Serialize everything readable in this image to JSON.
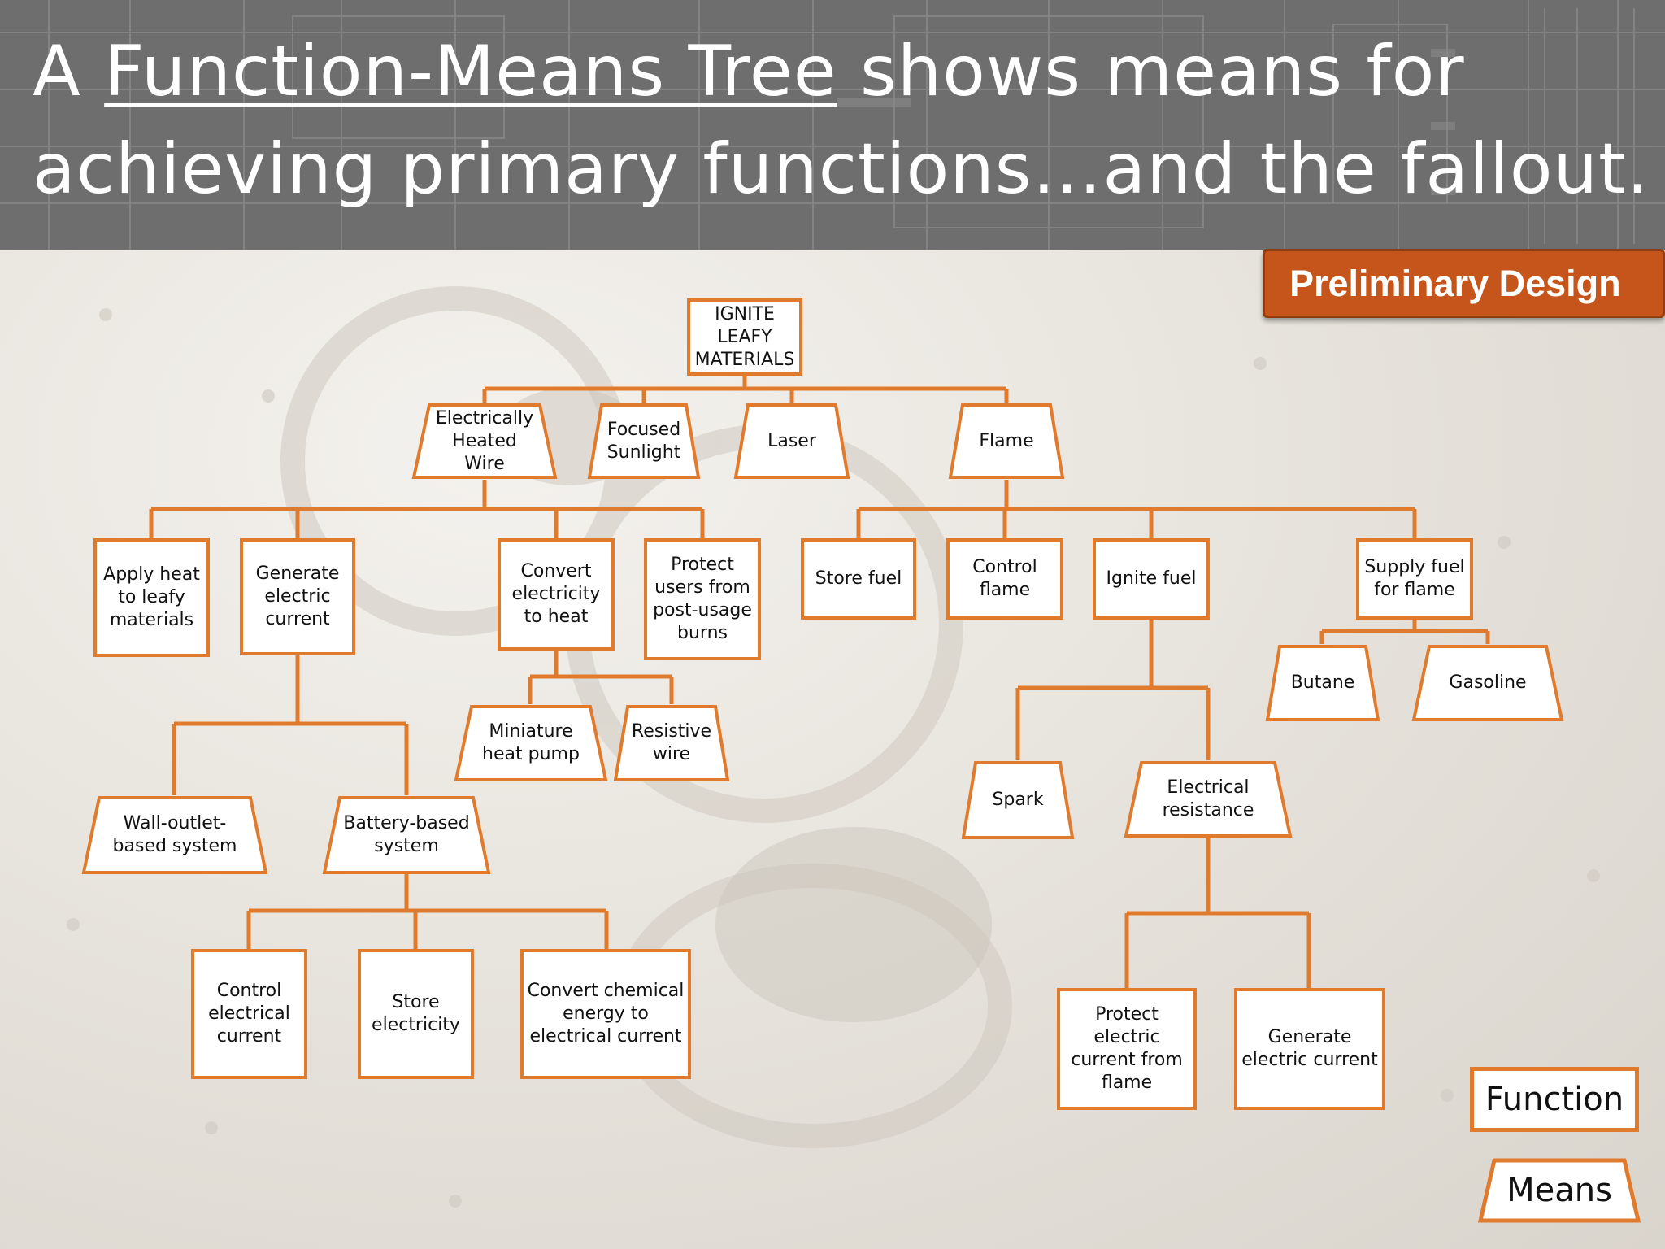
{
  "header": {
    "title_line1_prefix": "A ",
    "title_line1_link": "Function-Means Tree",
    "title_line1_suffix": " shows means for",
    "title_line2": "achieving primary functions…and the fallout."
  },
  "badge": {
    "label": "Preliminary Design"
  },
  "colors": {
    "accent": "#e07b2e",
    "badge": "#c5551a",
    "header": "#6e6e6e"
  },
  "tree": {
    "root": "IGNITE\nLEAFY\nMATERIALS",
    "means_level1": [
      "Electrically\nHeated\nWire",
      "Focused\nSunlight",
      "Laser",
      "Flame"
    ],
    "wire_functions": [
      "Apply heat\nto leafy\nmaterials",
      "Generate\nelectric\ncurrent",
      "Convert\nelectricity\nto heat",
      "Protect\nusers from\npost-usage\nburns"
    ],
    "heat_means": [
      "Miniature\nheat pump",
      "Resistive\nwire"
    ],
    "current_means": [
      "Wall-outlet-\nbased system",
      "Battery-based\nsystem"
    ],
    "battery_functions": [
      "Control\nelectrical\ncurrent",
      "Store\nelectricity",
      "Convert chemical\nenergy to\nelectrical current"
    ],
    "flame_functions": [
      "Store fuel",
      "Control\nflame",
      "Ignite fuel",
      "Supply fuel\nfor flame"
    ],
    "fuel_means": [
      "Butane",
      "Gasoline"
    ],
    "ignite_means": [
      "Spark",
      "Electrical\nresistance"
    ],
    "resistance_functions": [
      "Protect\nelectric\ncurrent from\nflame",
      "Generate\nelectric current"
    ]
  },
  "legend": {
    "function_label": "Function",
    "means_label": "Means"
  }
}
